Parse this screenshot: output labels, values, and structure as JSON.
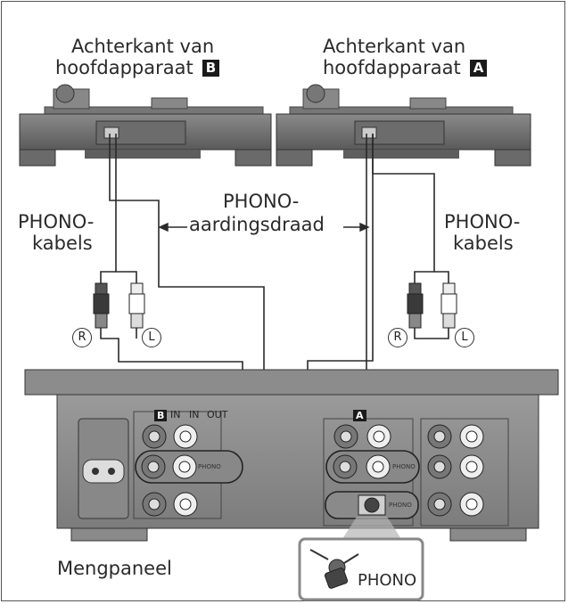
{
  "unit_b": {
    "label_line1": "Achterkant van",
    "label_line2": "hoofdapparaat",
    "badge": "B"
  },
  "unit_a": {
    "label_line1": "Achterkant van",
    "label_line2": "hoofdapparaat",
    "badge": "A"
  },
  "cables_left": {
    "line1": "PHONO-",
    "line2": "kabels"
  },
  "cables_right": {
    "line1": "PHONO-",
    "line2": "kabels"
  },
  "ground_wire": {
    "line1": "PHONO-",
    "line2": "aardingsdraad"
  },
  "plug_markers": {
    "right": "R",
    "left": "L"
  },
  "mixer": {
    "name": "Mengpaneel",
    "input_b": {
      "badge": "B",
      "in1": "IN",
      "in2": "IN",
      "out": "OUT",
      "phono": "PHONO"
    },
    "input_a": {
      "badge": "A",
      "phono": "PHONO"
    },
    "ground_terminal": "PHONO",
    "detail_label": "PHONO"
  }
}
